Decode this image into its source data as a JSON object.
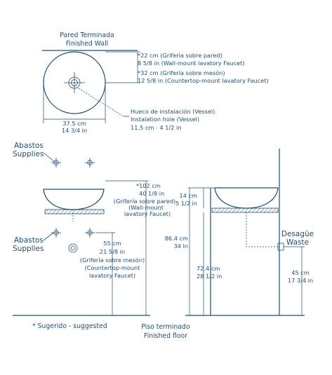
{
  "colors": {
    "ink": "#1f4e73",
    "background": "#ffffff"
  },
  "top_view": {
    "wall_label_es": "Pared Terminada",
    "wall_label_en": "Finished Wall",
    "wall_dim_1_es": "*22 cm (Grifería sobre pared)",
    "wall_dim_1_en": "8 5/8 in (Wall-mount lavatory Faucet)",
    "wall_dim_2_es": "*32 cm (Grifería sobre mesón)",
    "wall_dim_2_en": "12 5/8 in (Countertop-mount lavatory Faucet)",
    "hole_label_es": "Hueco de instalación (Vessel)",
    "hole_label_en": "Instalation hole (Vessel)",
    "hole_size": "11.5 cm - 4 1/2 in",
    "diameter_cm": "37.5 cm",
    "diameter_in": "14 3/4 in"
  },
  "front_view": {
    "supplies_top_es": "Abastos",
    "supplies_top_en": "Supplies",
    "supplies_low_es": "Abastos",
    "supplies_low_en": "Supplies",
    "wall_mount_height_1": "*102 cm",
    "wall_mount_height_2": "40 1/8 in",
    "wall_mount_height_3": "(Grifería sobre pared)",
    "wall_mount_height_4": "(Wall-mount",
    "wall_mount_height_5": "lavatory Faucet)",
    "counter_height_1": "55 cm",
    "counter_height_2": "21 5/8 in",
    "counter_height_3": "(Grifería sobre mesón)",
    "counter_height_4": "(Countertop-mount",
    "counter_height_5": "lavatory Faucet)"
  },
  "side_view": {
    "bowl_height_cm": "14 cm",
    "bowl_height_in": "5 1/2 in",
    "rim_height_cm": "86.4 cm",
    "rim_height_in": "34 in",
    "counter_height_cm": "72.4 cm",
    "counter_height_in": "28 1/2 in",
    "waste_es": "Desagüe",
    "waste_en": "Waste",
    "waste_height_cm": "45 cm",
    "waste_height_in": "17 3/4 in"
  },
  "footer": {
    "note": "* Sugerido  -  suggested",
    "floor_es": "Piso terminado",
    "floor_en": "Finished floor"
  }
}
